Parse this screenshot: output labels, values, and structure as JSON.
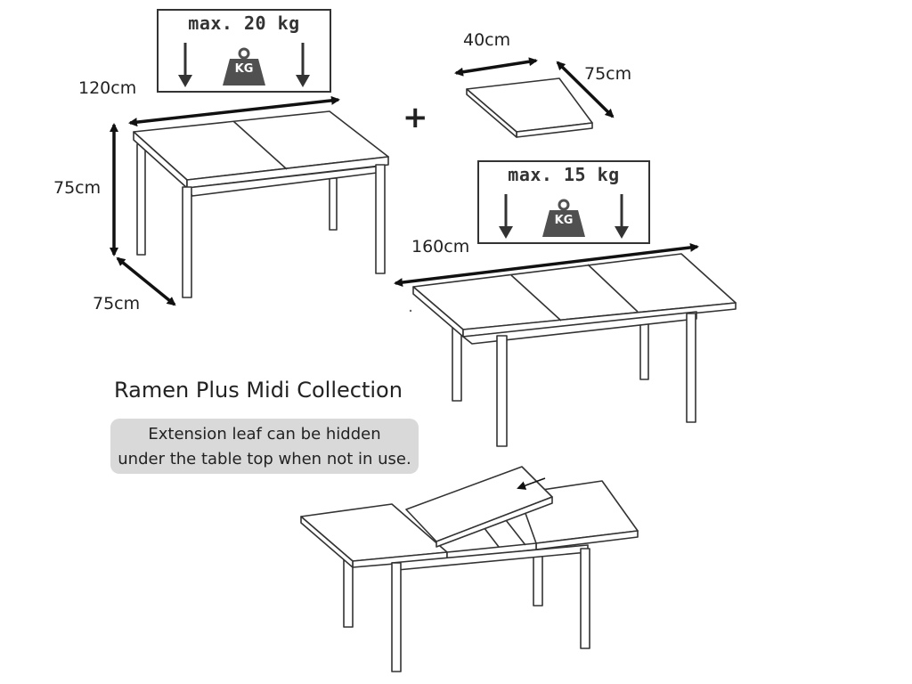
{
  "small_table": {
    "width_label": "120cm",
    "height_label": "75cm",
    "depth_label": "75cm",
    "max_load_label": "max. 20 kg",
    "weight_icon_text": "KG"
  },
  "plus_sign": "+",
  "leaf": {
    "width_label": "40cm",
    "depth_label": "75cm"
  },
  "extended_table": {
    "width_label": "160cm",
    "max_load_label": "max. 15 kg",
    "weight_icon_text": "KG"
  },
  "title": "Ramen Plus Midi Collection",
  "note": {
    "line1": "Extension leaf can be hidden",
    "line2": "under the table top when not in use."
  },
  "colors": {
    "line": "#333333",
    "weight_icon": "#505050",
    "note_background": "#d9d9d9"
  }
}
